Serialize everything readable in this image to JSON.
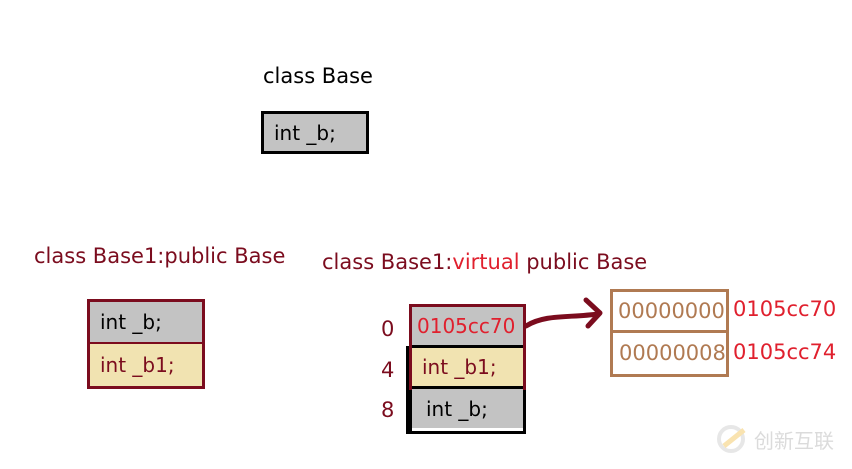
{
  "base": {
    "title": "class Base",
    "fields": [
      "int _b;"
    ]
  },
  "base1": {
    "title": "class Base1:public Base",
    "fields": [
      "int _b;",
      "int _b1;"
    ]
  },
  "vbase1": {
    "title_prefix": "class Base1:",
    "title_keyword": "virtual",
    "title_suffix": " public Base",
    "offsets": [
      "0",
      "4",
      "8"
    ],
    "fields": [
      "0105cc70",
      "int _b1;",
      "int _b;"
    ]
  },
  "vbtable": {
    "entries": [
      "00000000",
      "00000008"
    ],
    "addresses": [
      "0105cc70",
      "0105cc74"
    ]
  },
  "watermark": "创新互联",
  "colors": {
    "dark_red": "#7b0c1e",
    "red": "#e0202e",
    "gray": "#c3c3c3",
    "beige": "#f1e3b1",
    "brown": "#b07a52"
  }
}
